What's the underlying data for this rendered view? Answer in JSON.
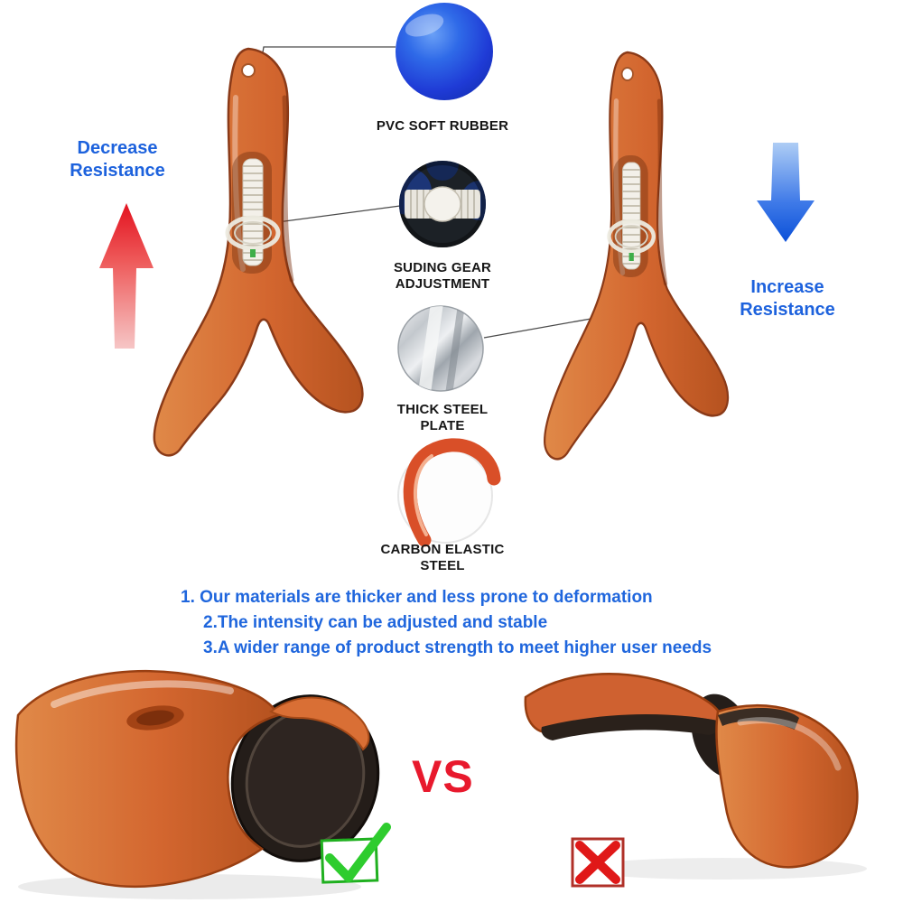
{
  "page": {
    "background": "#ffffff"
  },
  "annotations": {
    "decrease_resistance": "Decrease\nResistance",
    "increase_resistance": "Increase\nResistance"
  },
  "callouts": [
    {
      "id": "pvc-soft-rubber",
      "icon": "blue-rubber-ball-photo",
      "label": "PVC SOFT RUBBER"
    },
    {
      "id": "sliding-gear-adjustment",
      "icon": "gear-rack-photo",
      "label": "SUDING GEAR\nADJUSTMENT"
    },
    {
      "id": "thick-steel-plate",
      "icon": "steel-plate-photo",
      "label": "THICK STEEL\nPLATE"
    },
    {
      "id": "carbon-elastic-steel",
      "icon": "bent-steel-band-photo",
      "label": "CARBON ELASTIC\nSTEEL"
    }
  ],
  "features": {
    "line1": "1. Our materials are thicker and less prone to deformation",
    "line2": "2.The intensity can be adjusted and stable",
    "line3": "3.A wider range of product strength to meet higher user needs"
  },
  "comparison": {
    "vs_label": "VS",
    "good_icon": "green-check-icon",
    "bad_icon": "red-cross-icon"
  },
  "colors": {
    "accent_blue": "#1d62dd",
    "arrow_red": "#e3121f",
    "arrow_blue": "#1257d8",
    "device_orange": "#d3662f",
    "vs_red": "#e8192d",
    "check_green": "#2ecc2e",
    "cross_red": "#e01818"
  }
}
